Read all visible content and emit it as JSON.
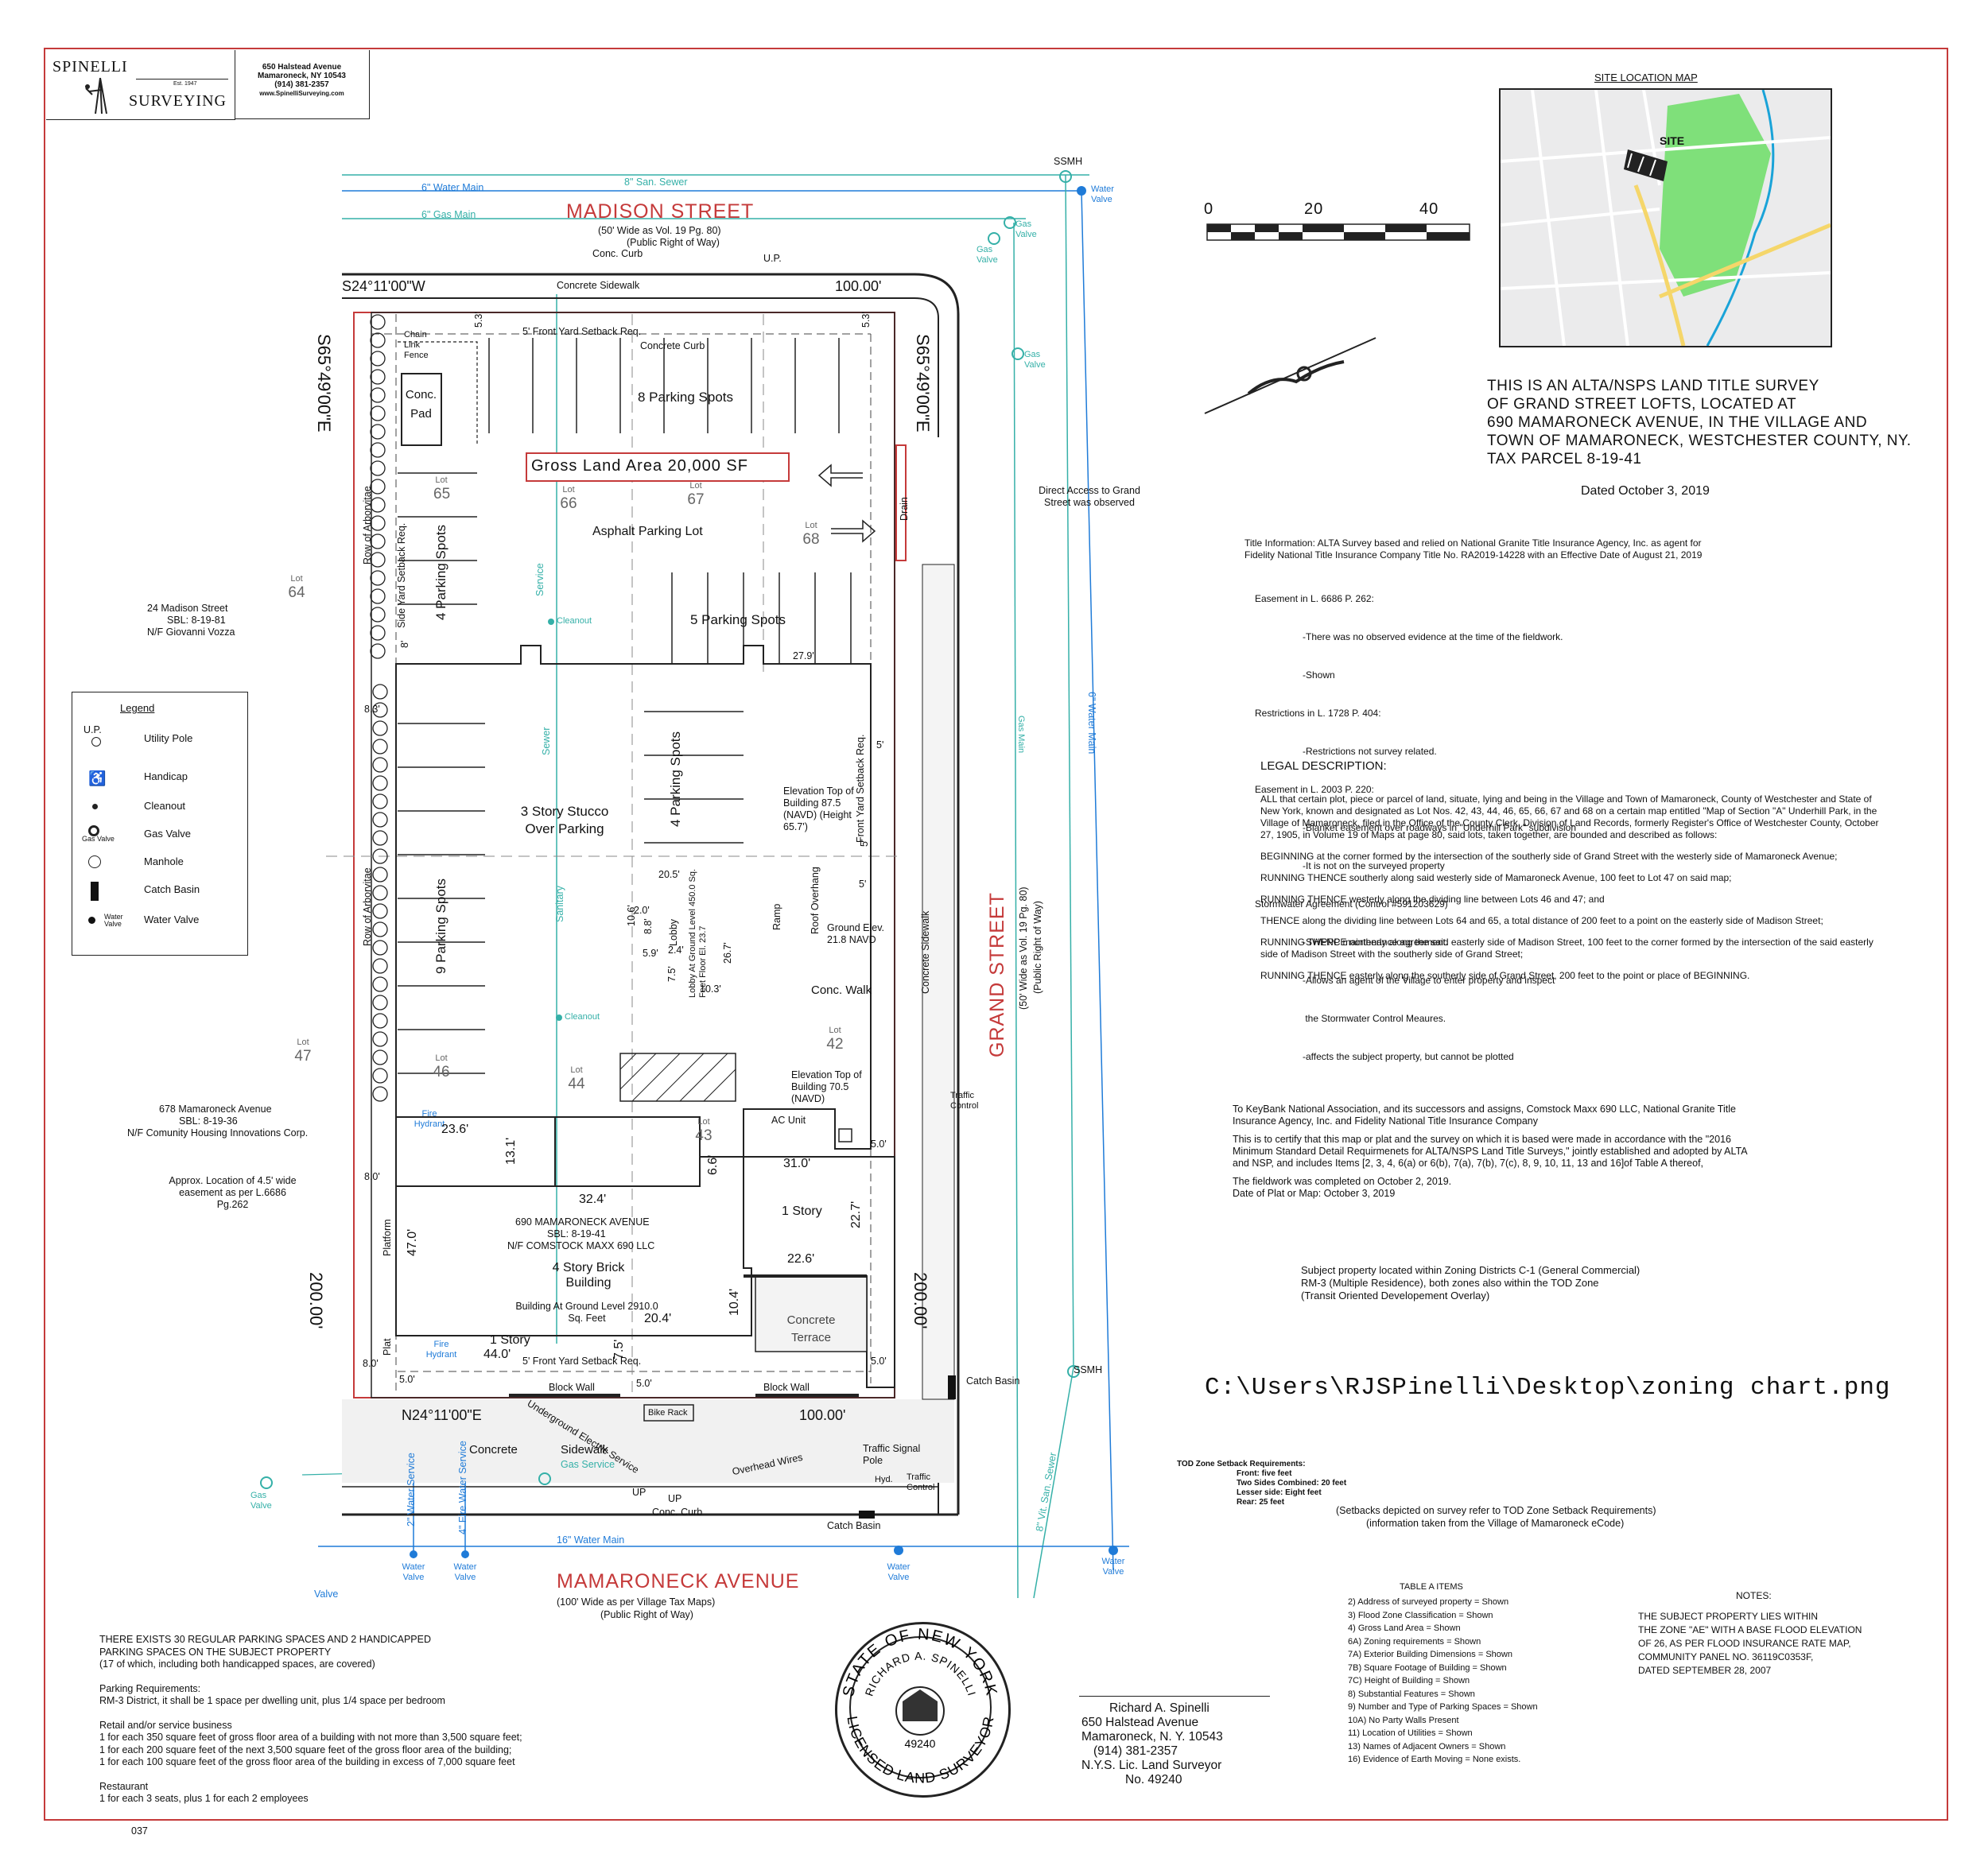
{
  "header": {
    "logo_top": "SPINELLI",
    "logo_est": "Est. 1947",
    "logo_bottom": "SURVEYING",
    "addr_lines": [
      "650 Halstead Avenue",
      "Mamaroneck, NY 10543",
      "(914) 381-2357",
      "www.SpinelliSurveying.com"
    ]
  },
  "map": {
    "streets": {
      "madison": "MADISON   STREET",
      "madison_sub1": "(50' Wide as Vol. 19 Pg. 80)",
      "madison_sub2": "(Public Right of Way)",
      "grand": "GRAND   STREET",
      "grand_sub1": "(50' Wide as Vol. 19 Pg. 80)",
      "grand_sub2": "(Public Right of Way)",
      "mamaroneck": "MAMARONECK        AVENUE",
      "mamaroneck_sub1": "(100' Wide as per Village Tax Maps)",
      "mamaroneck_sub2": "(Public Right of Way)"
    },
    "utilities": {
      "water_main_6_top": "6\"  Water  Main",
      "san_sewer_8": "8\" San. Sewer",
      "gas_main_6": "6\"   Gas   Main",
      "water_main_6_right": "6\"  Water  Main",
      "water_main_16": "16\"  Water  Main",
      "gas_main_right": "Gas Main",
      "vit_sewer": "8\" Vit. San. Sewer",
      "sanitary": "Sanitary",
      "sewer": "Sewer",
      "service": "Service",
      "ssmh": "SSMH",
      "water_valve": "Water Valve",
      "gas_valve": "Gas Valve",
      "cleanout": "Cleanout",
      "catch_basin": "Catch Basin",
      "fire_hydrant": "Fire Hydrant",
      "up": "UP",
      "u_p": "U.P.",
      "hyd": "Hyd.",
      "traffic_control": "Traffic Control",
      "traffic_signal": "Traffic Signal Pole",
      "overhead_wires": "Overhead Wires",
      "underground_electric": "Underground Electric Service",
      "water_service_2": "2\"  Water  Service",
      "fire_water_service_4": "4\"  Fire  Water  Service",
      "gas_service": "Gas Service",
      "valve": "Valve",
      "conc_curb": "Conc. Curb"
    },
    "bearings": {
      "top": "S24°11'00\"W",
      "top_dist": "100.00'",
      "left": "S65°49'00\"E",
      "left_dist": "200.00'",
      "right": "S65°49'00\"E",
      "right_dist": "200.00'",
      "bottom": "N24°11'00\"E",
      "bottom_dist": "100.00'"
    },
    "labels": {
      "concrete_sidewalk": "Concrete     Sidewalk",
      "concrete_curb": "Concrete    Curb",
      "front_yard_setback_top": "5'    Front   Yard   Setback   Req.",
      "front_yard_setback_bottom": "5'    Front   Yard   Setback   Req.",
      "front_yard_setback_right": "Front   Yard   Setback   Req.",
      "side_yard_setback": "Side   Yard   Setback   Req.",
      "chain_link": "Chain Link Fence",
      "conc_pad": "Conc. Pad",
      "parking_8": "8 Parking Spots",
      "parking_4_left": "4 Parking Spots",
      "parking_4_mid": "4 Parking Spots",
      "parking_5": "5 Parking Spots",
      "parking_9": "9 Parking Spots",
      "gross_land_area": "Gross Land Area 20,000 SF",
      "asphalt_lot": "Asphalt Parking Lot",
      "stucco": "3 Story Stucco Over Parking",
      "elev_top_1": "Elevation Top of Building 87.5 (NAVD) (Height 65.7')",
      "elev_top_2": "Elevation Top of Building 70.5 (NAVD)",
      "ground_elev": "Ground Elev. 21.8 NAVD",
      "lobby": "Lobby",
      "lobby_floor": "Lobby At Ground Level 450.0 Sq. Feet Floor El. 23.7",
      "ramp": "Ramp",
      "roof_overhang": "Roof Overhang",
      "conc_walk": "Conc. Walk",
      "concrete_sidewalk_right": "Concrete   Sidewalk",
      "drain": "Drain",
      "direct_access": "Direct Access to Grand Street was observed",
      "ac_unit": "AC Unit",
      "one_story": "1 Story",
      "one_story_bottom": "1 Story",
      "four_story": "4 Story Brick Building",
      "building_ground": "Building At Ground Level 2910.0 Sq. Feet",
      "concrete_terrace": "Concrete Terrace",
      "address_block": "690 MAMARONECK AVENUE",
      "sbl": "SBL: 8-19-41",
      "owner": "N/F COMSTOCK MAXX 690 LLC",
      "platform": "Platform",
      "plat": "Plat",
      "block_wall_1": "Block     Wall",
      "block_wall_2": "Block     Wall",
      "bike_rack": "Bike Rack",
      "concrete_bottom": "Concrete",
      "sidewalk_bottom": "Sidewalk",
      "arborvitae_row_1": "Row   of   Arborvitae",
      "arborvitae_row_2": "Row   of   Arborvitae",
      "approx_easement": "Approx. Location of 4.5' wide easement as per L.6686 Pg.262",
      "neighbor_1": "24 Madison Street",
      "neighbor_1_sbl": "SBL: 8-19-81",
      "neighbor_1_owner": "N/F Giovanni Vozza",
      "neighbor_2": "678 Mamaroneck Avenue",
      "neighbor_2_sbl": "SBL: 8-19-36",
      "neighbor_2_owner": "N/F Comunity Housing Innovations Corp."
    },
    "lots": [
      {
        "label": "Lot",
        "num": "65"
      },
      {
        "label": "Lot",
        "num": "66"
      },
      {
        "label": "Lot",
        "num": "67"
      },
      {
        "label": "Lot",
        "num": "68"
      },
      {
        "label": "Lot",
        "num": "64"
      },
      {
        "label": "Lot",
        "num": "47"
      },
      {
        "label": "Lot",
        "num": "46"
      },
      {
        "label": "Lot",
        "num": "44"
      },
      {
        "label": "Lot",
        "num": "43"
      },
      {
        "label": "Lot",
        "num": "42"
      }
    ],
    "dims": [
      "5.3'",
      "5.3'",
      "5'",
      "8'",
      "8.3'",
      "27.9'",
      "5'",
      "5'",
      "23.6'",
      "13.1'",
      "32.4'",
      "31.0'",
      "6.6'",
      "22.7'",
      "22.6'",
      "47.0'",
      "20.4'",
      "10.4'",
      "7.5'",
      "44.0'",
      "5.0'",
      "5.0'",
      "5.0'",
      "5.0'",
      "8.0'",
      "8.0'",
      "20.5'",
      "10.6'",
      "2.0'",
      "8.8'",
      "5.9'",
      "2.4'",
      "7.5'",
      "10.3'",
      "26.7'"
    ]
  },
  "scale_bar": {
    "ticks": [
      "0",
      "20",
      "40"
    ]
  },
  "legend": {
    "title": "Legend",
    "items": [
      "Utility Pole",
      "Handicap",
      "Cleanout",
      "Gas Valve",
      "Manhole",
      "Catch Basin",
      "Water Valve"
    ],
    "symbol_up": "U.P.",
    "symbol_gas": "Gas Valve",
    "symbol_water": "Water Valve"
  },
  "site_map": {
    "title": "SITE LOCATION MAP",
    "site": "SITE"
  },
  "title_block": {
    "lines": [
      "THIS IS AN ALTA/NSPS LAND TITLE SURVEY",
      "OF GRAND STREET LOFTS, LOCATED AT",
      "690 MAMARONECK AVENUE, IN THE VILLAGE AND",
      "TOWN OF MAMARONECK, WESTCHESTER COUNTY, NY.",
      "TAX PARCEL 8-19-41"
    ],
    "dated": "Dated October 3, 2019"
  },
  "title_info": {
    "lines": [
      "Title Information:  ALTA Survey based and relied on National Granite Title Insurance Agency, Inc. as agent for",
      "Fidelity National Title Insurance Company Title No. RA2019-14228 with an Effective Date of August 21, 2019"
    ],
    "easements": [
      "Easement in L. 6686 P. 262:",
      "   -There was no observed evidence at the time of the fieldwork.",
      "   -Shown",
      "Restrictions in L. 1728 P. 404:",
      "   -Restrictions not survey related.",
      "Easement in L. 2003 P. 220:",
      "   -Blanket easement over roadways in \"Underhill Park\" subdivision",
      "   -It is not on the surveyed property",
      "Stormwater Agreement (Control #591203629)",
      "   -SWPPP maintenance agreement.",
      "   -Allows an agent of the Village to enter property and inspect",
      "    the Stormwater Control Meaures.",
      "   -affects the subject property, but cannot be plotted"
    ]
  },
  "legal": {
    "title": "LEGAL DESCRIPTION:",
    "paras": [
      "ALL that certain plot, piece or parcel of land, situate, lying and being in the Village and Town of Mamaroneck, County of Westchester and State of New York, known and designated as Lot Nos. 42, 43, 44, 46, 65, 66, 67 and 68 on a certain map entitled \"Map of Section \"A\" Underhill Park, in the Village of Mamaroneck, filed in the Office of the County Clerk, Division of Land Records, formerly Register's Office of Westchester County, October 27, 1905, in Volume 19 of Maps at page 80, said lots, taken together, are bounded and described as follows:",
      "BEGINNING at the corner formed by the intersection of the southerly side of Grand Street with the westerly side of Mamaroneck Avenue;",
      "RUNNING THENCE southerly along said westerly side of Mamaroneck Avenue, 100 feet to Lot 47 on said map;",
      "RUNNING THENCE westerly along the dividing line between Lots 46 and 47; and",
      "THENCE along the dividing line between Lots 64 and 65, a total distance of 200 feet to a point on the easterly side of Madison Street;",
      "RUNNING THENCE northerly along the said easterly side of Madison Street, 100 feet to the corner formed by the intersection of the said easterly side of Madison Street with the southerly side of Grand Street;",
      "RUNNING THENCE easterly along the southerly side of Grand Street, 200 feet to the point or place of BEGINNING."
    ]
  },
  "certification": {
    "paras": [
      "To KeyBank National Association, and its successors and assigns, Comstock Maxx 690 LLC, National Granite Title Insurance Agency, Inc. and Fidelity National Title Insurance Company",
      "This is to certify that this map or plat and the survey on which it is based were made in accordance with the \"2016 Minimum Standard Detail Requirmenets for ALTA/NSPS Land Title Surveys,\" jointly established and adopted by ALTA and NSP, and includes Items [2, 3, 4, 6(a) or 6(b), 7(a), 7(b), 7(c), 8, 9, 10, 11, 13 and 16]of Table A thereof,",
      "The fieldwork was completed on October 2, 2019.",
      "Date of Plat or Map: October 3, 2019"
    ]
  },
  "zoning": {
    "lines": [
      "Subject property located within Zoning Districts C-1 (General Commercial)",
      "RM-3 (Multiple Residence), both zones also within the TOD Zone",
      "(Transit Oriented Developement Overlay)"
    ],
    "path": "C:\\Users\\RJSPinelli\\Desktop\\zoning chart.png"
  },
  "tod": {
    "title": "TOD Zone Setback Requirements:",
    "items": [
      "Front: five feet",
      "Two Sides Combined: 20 feet",
      "Lesser side: Eight feet",
      "Rear: 25 feet"
    ],
    "note1": "(Setbacks depicted on survey refer to TOD Zone Setback Requirements)",
    "note2": "(information taken from the Village of Mamaroneck eCode)"
  },
  "table_a": {
    "title": "TABLE A ITEMS",
    "items": [
      "2) Address of surveyed property = Shown",
      "3) Flood Zone Classification = Shown",
      "4) Gross Land Area = Shown",
      "6A) Zoning requirements = Shown",
      "7A) Exterior Building Dimensions = Shown",
      "7B) Square Footage of Building = Shown",
      "7C) Height of Building = Shown",
      "8) Substantial Features = Shown",
      "9) Number and Type of Parking Spaces = Shown",
      "10A) No Party Walls Present",
      "11) Location of Utilities = Shown",
      "13) Names of Adjacent Owners = Shown",
      "16) Evidence of Earth Moving = None exists."
    ]
  },
  "notes": {
    "title": "NOTES:",
    "lines": [
      "THE SUBJECT PROPERTY LIES WITHIN",
      "THE ZONE \"AE\" WITH A BASE FLOOD ELEVATION",
      "OF 26, AS PER FLOOD INSURANCE RATE MAP,",
      "COMMUNITY PANEL NO. 36119C0353F,",
      "DATED SEPTEMBER 28, 2007"
    ]
  },
  "parking_notes": {
    "lines": [
      "THERE EXISTS 30 REGULAR PARKING SPACES AND 2 HANDICAPPED",
      "PARKING SPACES ON THE SUBJECT PROPERTY",
      "(17 of which, including both handicapped spaces, are covered)",
      "",
      "Parking Requirements:",
      "RM-3 District, it shall be 1 space per dwelling unit, plus 1/4 space per bedroom",
      "",
      "Retail and/or service business",
      "1 for each 350 square feet of gross floor area of a building with not more than 3,500 square feet;",
      "1 for each 200 square feet of the next 3,500 square feet of the gross floor area of the building;",
      "1 for each 100 square feet of the gross floor area of the building in excess of 7,000 square feet",
      "",
      "Restaurant",
      "1 for each 3 seats, plus 1 for each 2 employees"
    ],
    "sheet": "037"
  },
  "seal": {
    "top": "STATE OF NEW YORK",
    "name": "RICHARD A. SPINELLI",
    "num": "49240",
    "bottom": "LICENSED LAND SURVEYOR"
  },
  "surveyor": {
    "lines": [
      "Richard A. Spinelli",
      "650 Halstead Avenue",
      "Mamaroneck, N. Y.   10543",
      "(914)  381-2357",
      "N.Y.S. Lic. Land Surveyor",
      "No.  49240"
    ]
  },
  "colors": {
    "frame": "#c53a3a",
    "water": "#1f7bd8",
    "utility": "#35b0a8",
    "line": "#222222",
    "site_green": "#6fd36a"
  }
}
